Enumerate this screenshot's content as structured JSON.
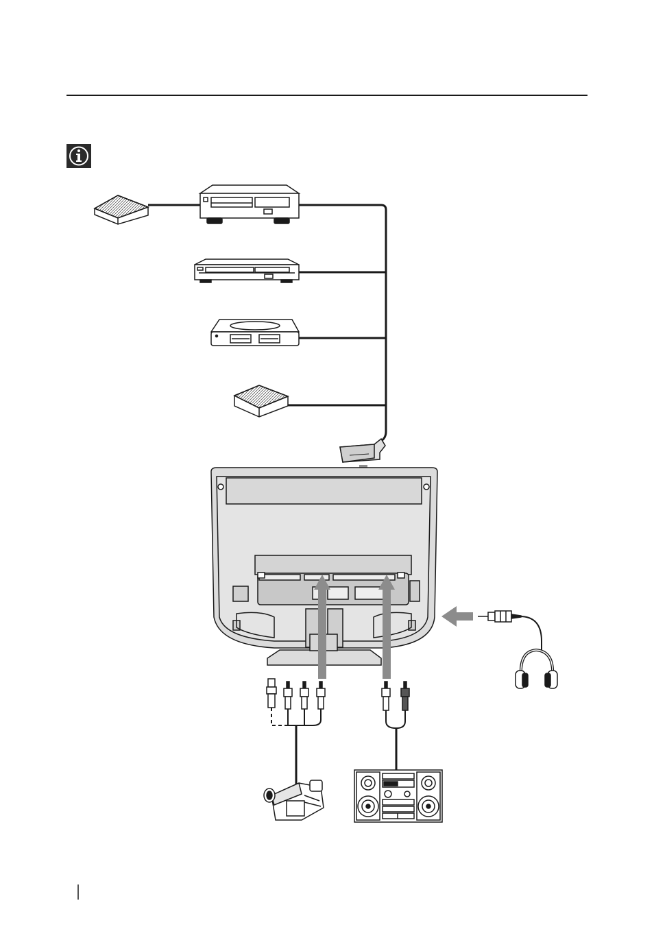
{
  "document": {
    "info_icon": "info-icon",
    "colors": {
      "line": "#1a1a1a",
      "arrow": "#8c8c8c",
      "tv_fill": "#dcdcdc",
      "device_fill": "#ffffff"
    }
  },
  "diagram": {
    "devices": [
      "modem-top-left",
      "vcr-top",
      "dvd-player",
      "game-console",
      "modem-bottom",
      "scart-plug",
      "tv-rear",
      "headphones",
      "rca-plugs-left",
      "rca-plugs-right",
      "camcorder",
      "hifi-stereo"
    ]
  }
}
